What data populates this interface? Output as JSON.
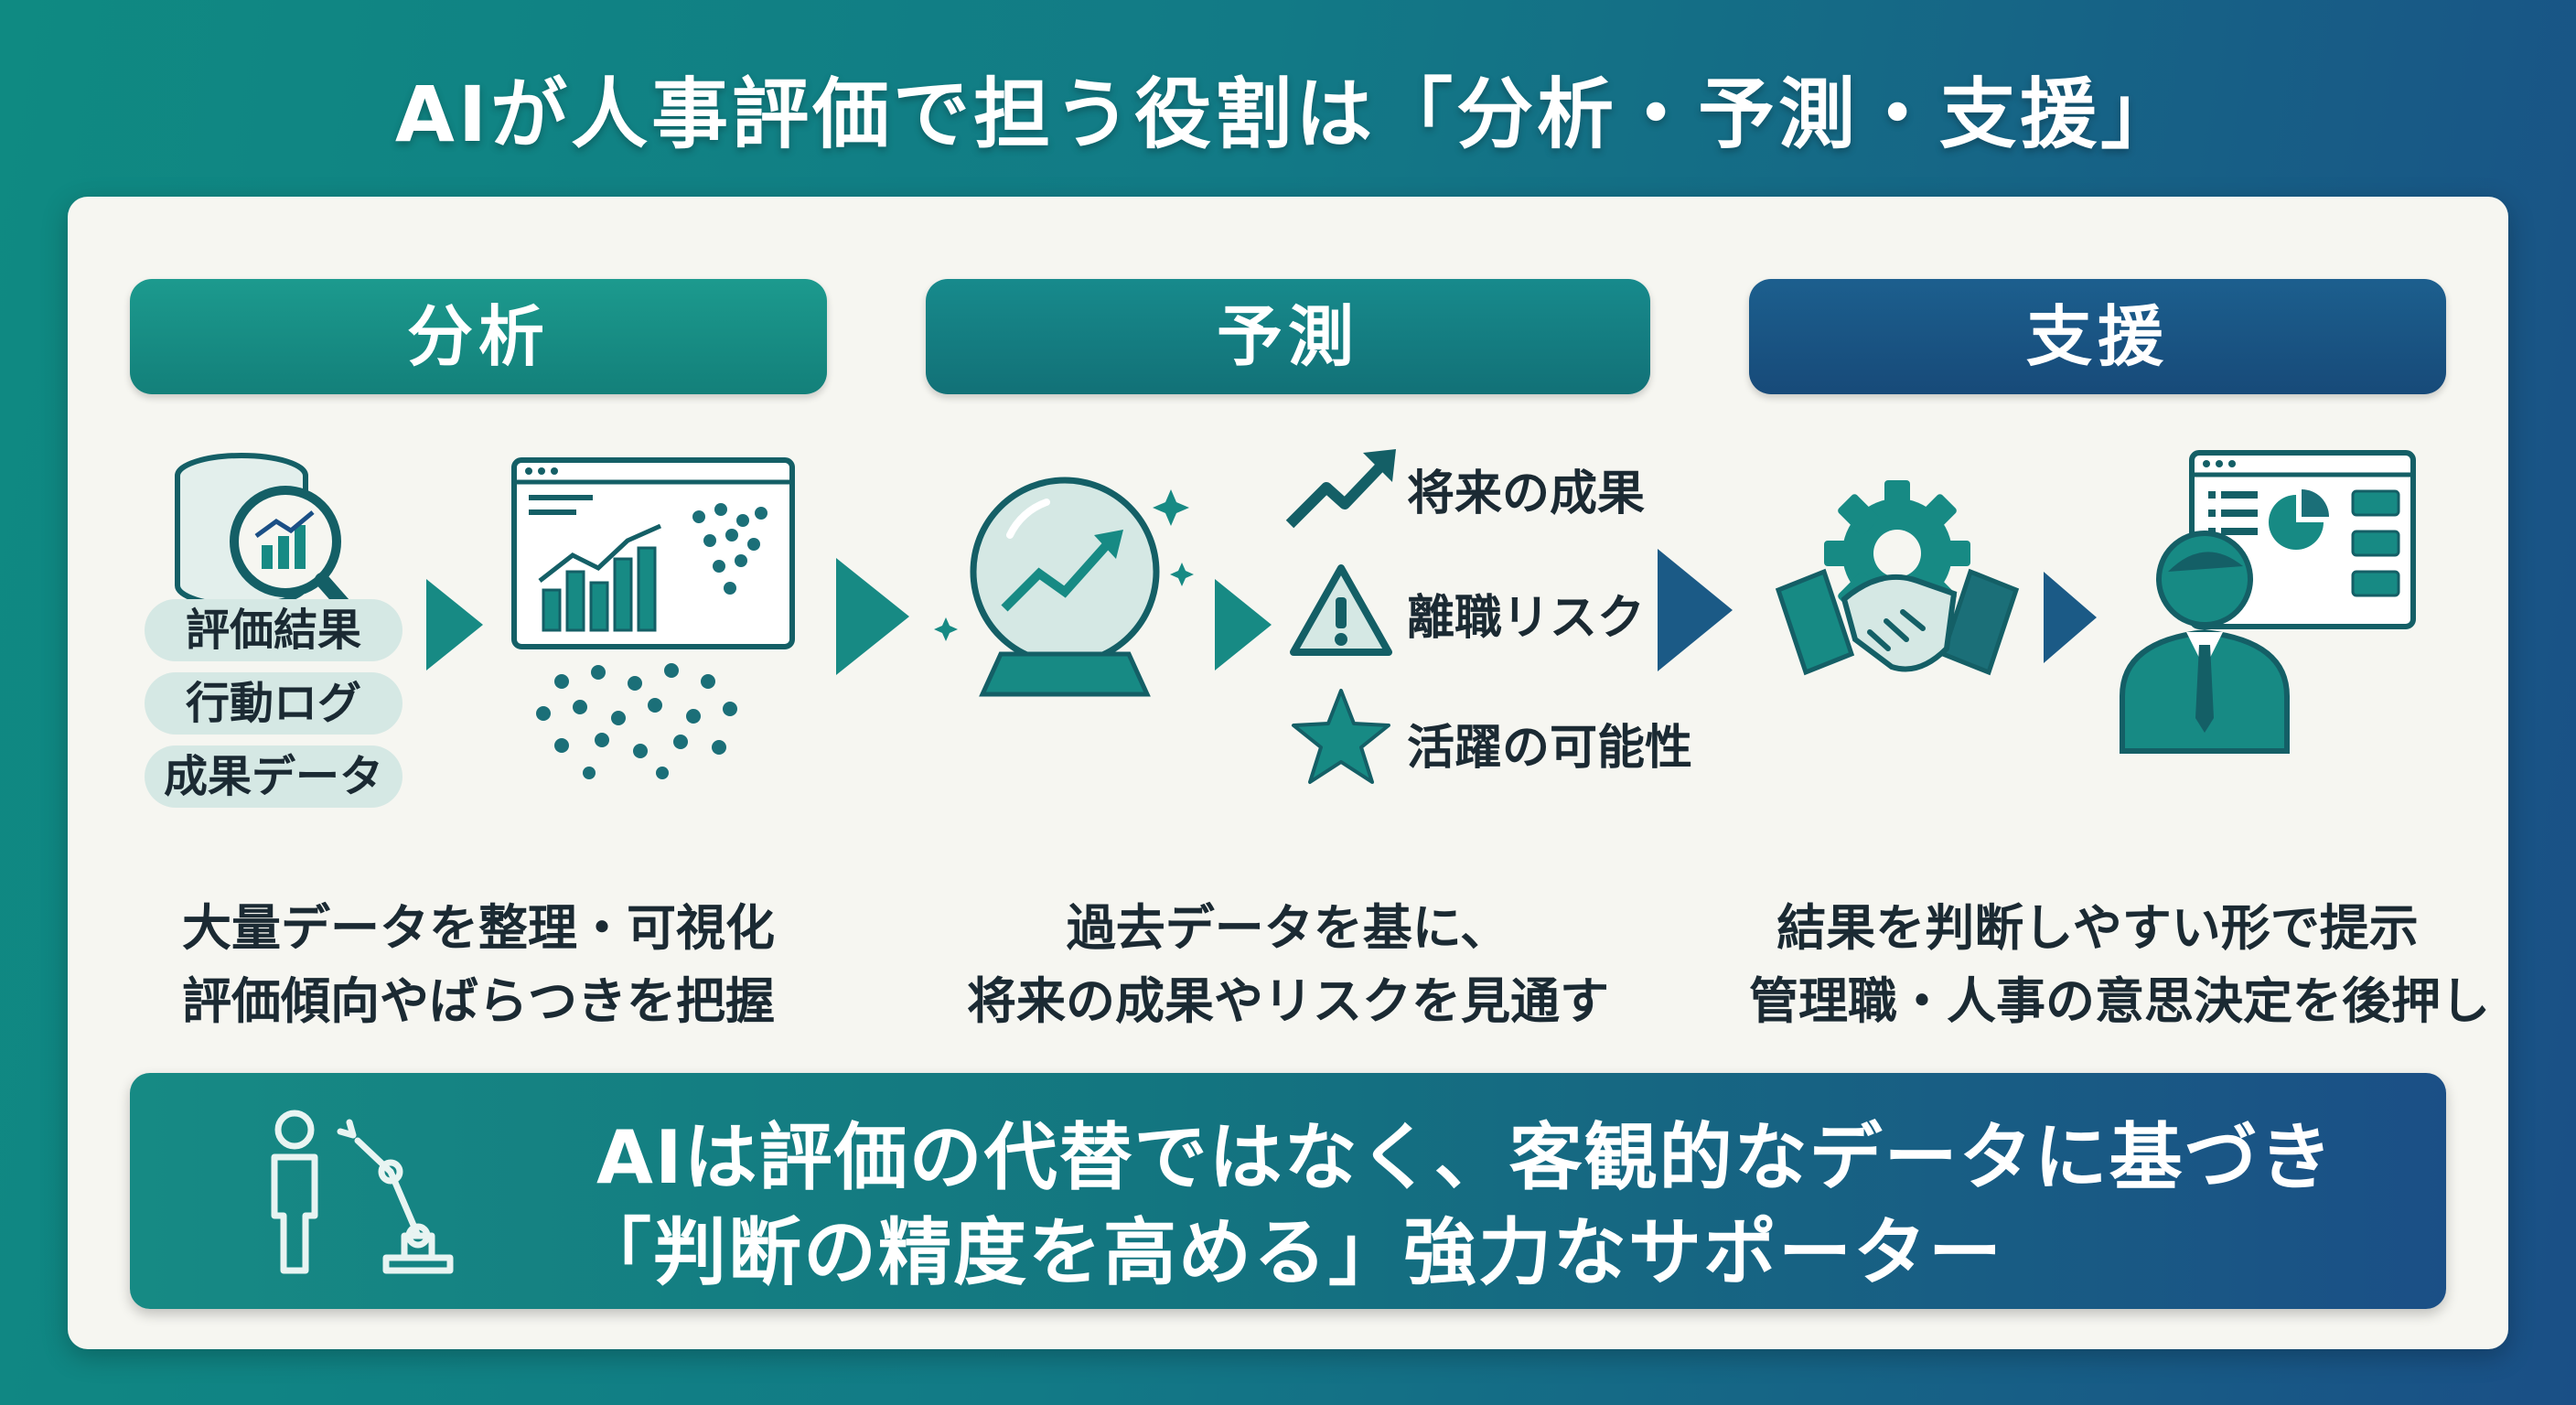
{
  "title": "AIが人事評価で担う役割は「分析・予測・支援」",
  "stages": [
    {
      "label": "分析"
    },
    {
      "label": "予測"
    },
    {
      "label": "支援"
    }
  ],
  "analysis": {
    "data_tags": [
      "評価結果",
      "行動ログ",
      "成果データ"
    ],
    "description_line1": "大量データを整理・可視化",
    "description_line2": "評価傾向やばらつきを把握"
  },
  "prediction": {
    "items": [
      {
        "label": "将来の成果",
        "icon": "trend-up-arrow-icon"
      },
      {
        "label": "離職リスク",
        "icon": "warning-triangle-icon"
      },
      {
        "label": "活躍の可能性",
        "icon": "star-icon"
      }
    ],
    "description_line1": "過去データを基に、",
    "description_line2": "将来の成果やリスクを見通す"
  },
  "support": {
    "description_line1": "結果を判断しやすい形で提示",
    "description_line2": "管理職・人事の意思決定を後押し"
  },
  "conclusion": {
    "line1": "AIは評価の代替ではなく、客観的なデータに基づき",
    "line2": "「判断の精度を高める」強力なサポーター"
  },
  "colors": {
    "teal": "#178a84",
    "deep_teal": "#12706e",
    "navy": "#1b4f86",
    "panel_bg": "#f6f6f1",
    "tag_bg": "#d5e8e4",
    "text_dark": "#1b2a33"
  }
}
